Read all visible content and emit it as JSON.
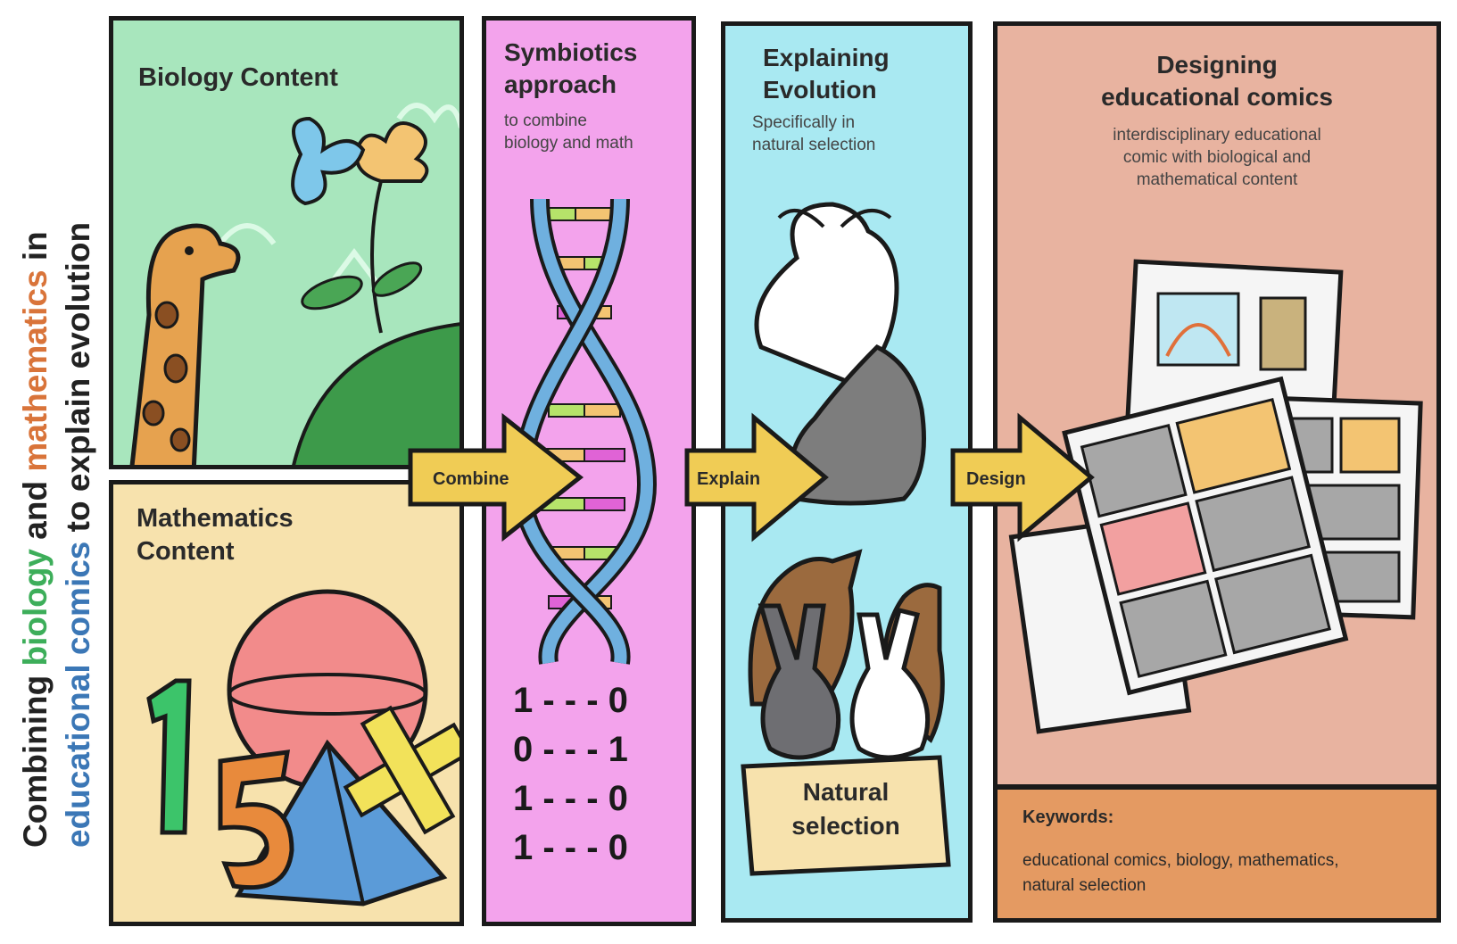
{
  "side_title": {
    "line1": {
      "w1": "Combining ",
      "w2": "biology",
      "w3": " and ",
      "w4": "mathematics",
      "w5": " in"
    },
    "line2": {
      "w1": "educational comics",
      "w2": " to explain evolution"
    }
  },
  "biology": {
    "title": "Biology Content"
  },
  "math": {
    "title_line1": "Mathematics",
    "title_line2": "Content"
  },
  "symbiotics": {
    "title_line1": "Symbiotics",
    "title_line2": "approach",
    "sub_line1": "to combine",
    "sub_line2": "biology and math",
    "binary_rows": [
      "1 - - - 0",
      "0 - - - 1",
      "1 - - - 0",
      "1 - - - 0"
    ]
  },
  "explaining": {
    "title_line1": "Explaining",
    "title_line2": "Evolution",
    "sub_line1": "Specifically in",
    "sub_line2": "natural selection",
    "sign_line1": "Natural",
    "sign_line2": "selection"
  },
  "designing": {
    "title_line1": "Designing",
    "title_line2": "educational comics",
    "sub_line1": "interdisciplinary educational",
    "sub_line2": "comic with biological and",
    "sub_line3": "mathematical content"
  },
  "keywords": {
    "label": "Keywords:",
    "line1": "educational comics, biology, mathematics,",
    "line2": "natural selection"
  },
  "arrows": {
    "combine": "Combine",
    "explain": "Explain",
    "design": "Design"
  },
  "colors": {
    "biology_bg": "#a8e6bd",
    "math_bg": "#f7e2ad",
    "symbiotics_bg": "#f3a3ec",
    "explaining_bg": "#a9e9f2",
    "designing_bg": "#e8b3a0",
    "keywords_bg": "#e49a62",
    "arrow_fill": "#f0cc55",
    "green_word": "#3dae5a",
    "orange_word": "#d9743a",
    "blue_word": "#3b77b6"
  }
}
